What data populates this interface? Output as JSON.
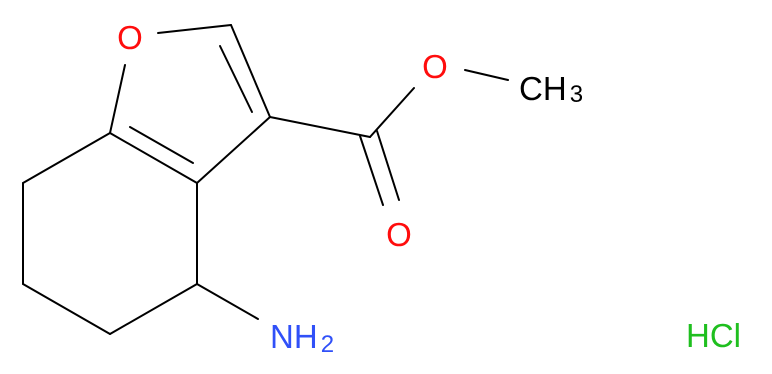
{
  "molecule": {
    "labels": {
      "ring_oxygen": "O",
      "ester_oxygen": "O",
      "carbonyl_oxygen": "O",
      "methyl_c": "C",
      "methyl_h": "H",
      "methyl_sub": "3",
      "amine_n": "N",
      "amine_h": "H",
      "amine_sub": "2",
      "salt": "HCl"
    },
    "colors": {
      "bond": "#000000",
      "carbon": "#000000",
      "oxygen": "#ff0d0d",
      "nitrogen": "#3050f8",
      "chlorine": "#1fbf1f"
    }
  }
}
